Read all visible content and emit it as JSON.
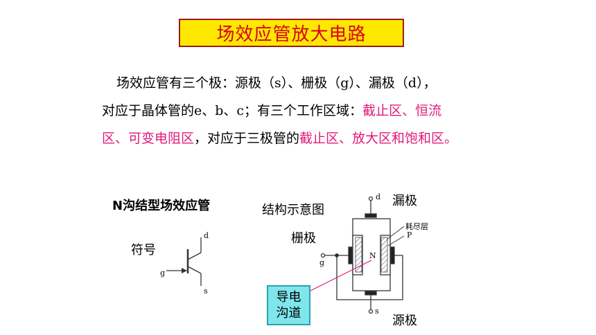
{
  "slide": {
    "title": "场效应管放大电路",
    "para_line1": "场效应管有三个极：源极（s）、栅极（g）、漏极（d），",
    "para_line2_a": "对应于晶体管的e、b、c；有三个工作区域：",
    "para_line2_b": "截止区、恒流",
    "para_line3_a": "区、可变电阻区",
    "para_line3_b": "，对应于三极管的",
    "para_line3_c": "截止区、放大区和饱和区。",
    "section_label": "N沟结型场效应管",
    "symbol_label": "符号",
    "structure_label": "结构示意图",
    "drain_label": "漏极",
    "gate_label": "栅极",
    "source_label": "源极",
    "channel_label_1": "导电",
    "channel_label_2": "沟道",
    "symbol_d": "d",
    "symbol_g": "g",
    "symbol_s": "s",
    "struct_d": "d",
    "struct_g": "g",
    "struct_s": "s",
    "struct_n": "N",
    "struct_p": "P",
    "struct_depletion": "耗尽层"
  },
  "colors": {
    "title_bg": "#ffe800",
    "title_text": "#d9001b",
    "highlight": "#e0197a",
    "channel_bg": "#7fe6ec"
  }
}
